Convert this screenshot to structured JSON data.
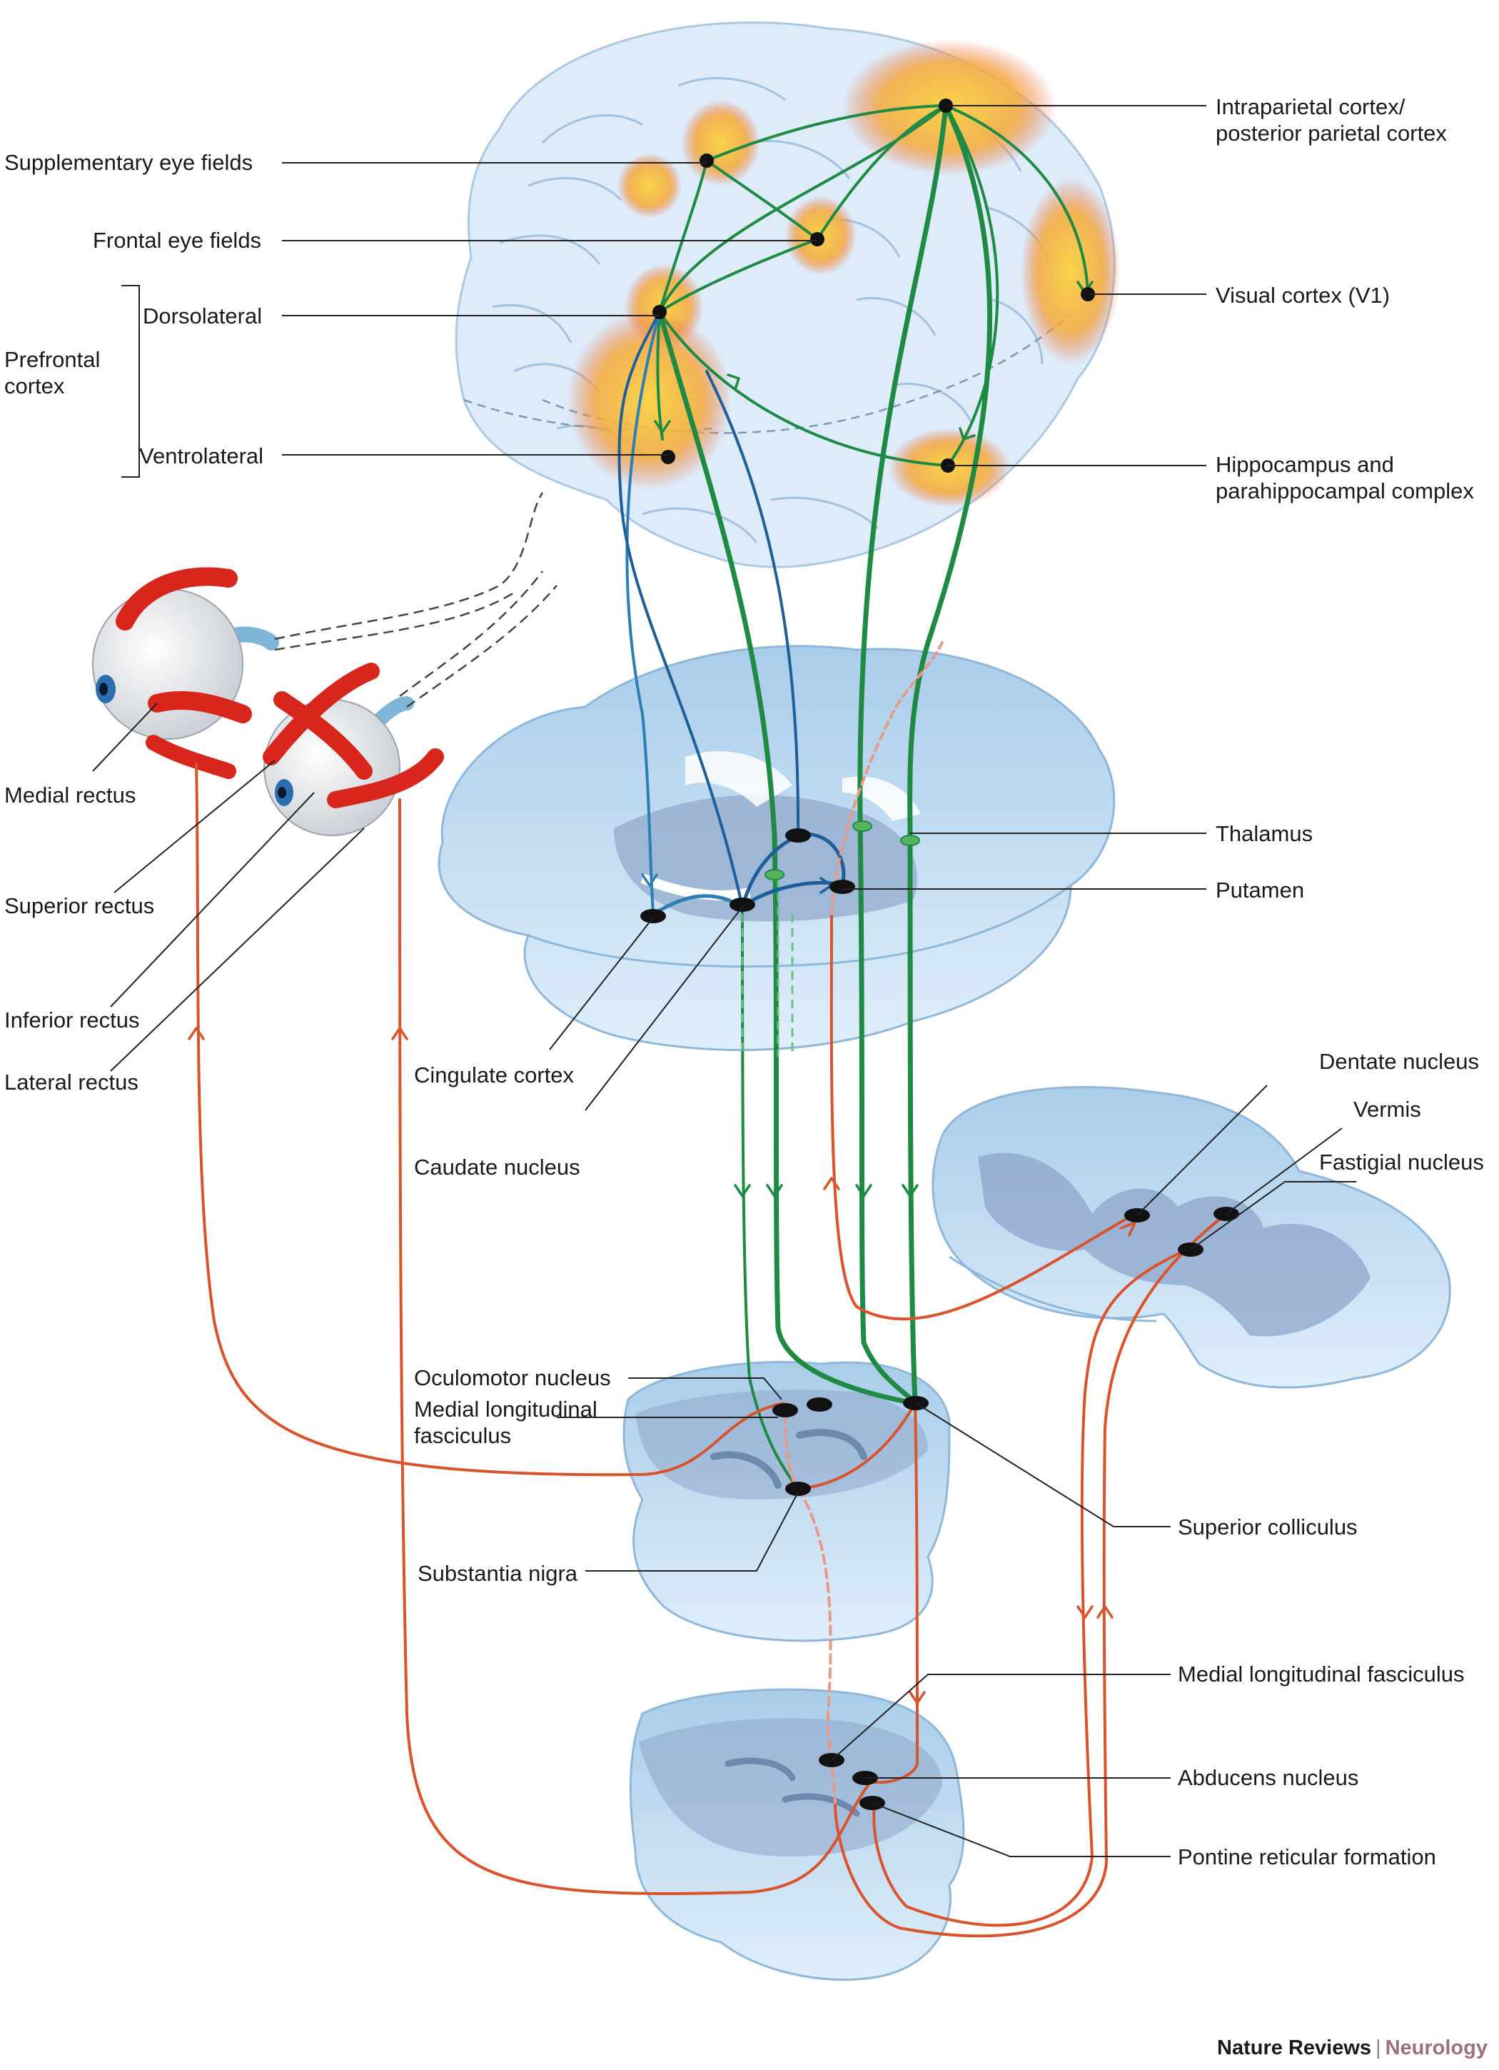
{
  "labels": {
    "supplementary_eye_fields": "Supplementary eye fields",
    "frontal_eye_fields": "Frontal eye fields",
    "prefrontal_cortex": "Prefrontal\ncortex",
    "dorsolateral": "Dorsolateral",
    "ventrolateral": "Ventrolateral",
    "intraparietal_cortex": "Intraparietal cortex/\nposterior parietal cortex",
    "visual_cortex": "Visual cortex (V1)",
    "hippocampus": "Hippocampus and\nparahippocampal complex",
    "medial_rectus": "Medial rectus",
    "superior_rectus": "Superior rectus",
    "inferior_rectus": "Inferior rectus",
    "lateral_rectus": "Lateral rectus",
    "thalamus": "Thalamus",
    "putamen": "Putamen",
    "cingulate_cortex": "Cingulate cortex",
    "caudate_nucleus": "Caudate nucleus",
    "dentate_nucleus": "Dentate nucleus",
    "vermis": "Vermis",
    "fastigial_nucleus": "Fastigial nucleus",
    "oculomotor_nucleus": "Oculomotor nucleus",
    "medial_longitudinal_fasciculus_mid": "Medial longitudinal\nfasciculus",
    "superior_colliculus": "Superior colliculus",
    "substantia_nigra": "Substantia nigra",
    "medial_longitudinal_fasciculus_pons": "Medial longitudinal fasciculus",
    "abducens_nucleus": "Abducens nucleus",
    "pontine_reticular_formation": "Pontine reticular formation"
  },
  "footer": {
    "journal": "Nature Reviews",
    "separator": "|",
    "subjournal": "Neurology"
  },
  "colors": {
    "cortical_pathway": "#1e8a44",
    "basal_ganglia_pathway": "#2c7fb4",
    "brainstem_pathway": "#d9532c",
    "eye_muscle": "#d8261c",
    "activation": "#f7b733",
    "tissue": "#b5d4ec",
    "tissue_dark": "#8ea6cb"
  }
}
